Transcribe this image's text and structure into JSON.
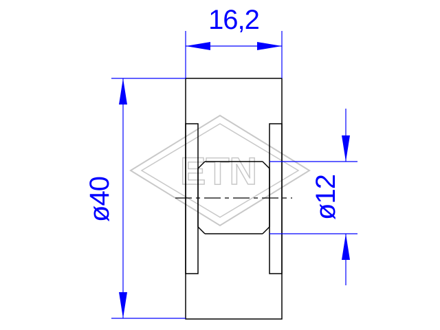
{
  "dimensions": {
    "width": "16,2",
    "outer_diameter": "ø40",
    "bore_diameter": "ø12"
  },
  "watermark": {
    "text": "ETN"
  },
  "colors": {
    "part_outline": "#000000",
    "dimension": "#0000ff",
    "watermark": "#c8c8c8",
    "background": "#ffffff"
  }
}
